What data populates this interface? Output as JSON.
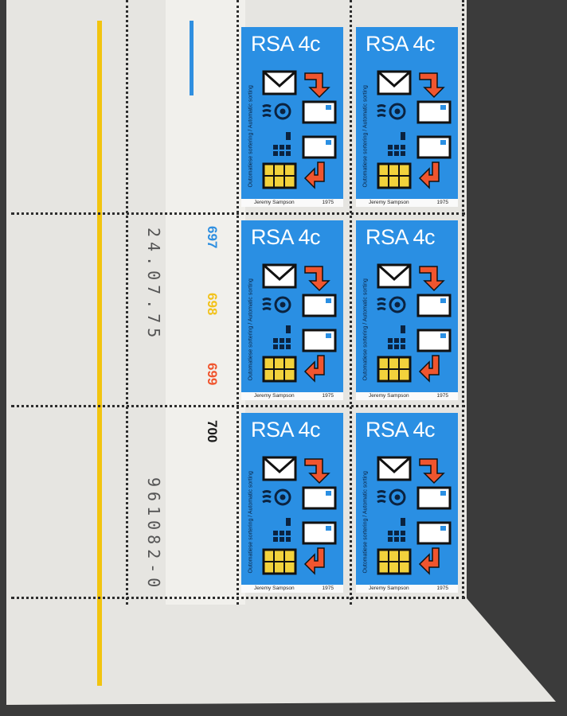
{
  "stamp": {
    "title": "RSA 4c",
    "side_text": "Outomatiese sortering / Automatic sorting",
    "designer": "Jeremy Sampson",
    "year": "1975"
  },
  "margin": {
    "control_numbers": [
      {
        "text": "697",
        "color": "#2f8fe0"
      },
      {
        "text": "698",
        "color": "#f2c21b"
      },
      {
        "text": "699",
        "color": "#f0552e"
      },
      {
        "text": "700",
        "color": "#1a1a1a"
      }
    ],
    "date": "24.07.75",
    "sheet_number": "961082-0"
  },
  "colors": {
    "stamp_blue": "#2a8fe3",
    "background": "#3b3b3b",
    "sheet": "#e6e5e1"
  }
}
